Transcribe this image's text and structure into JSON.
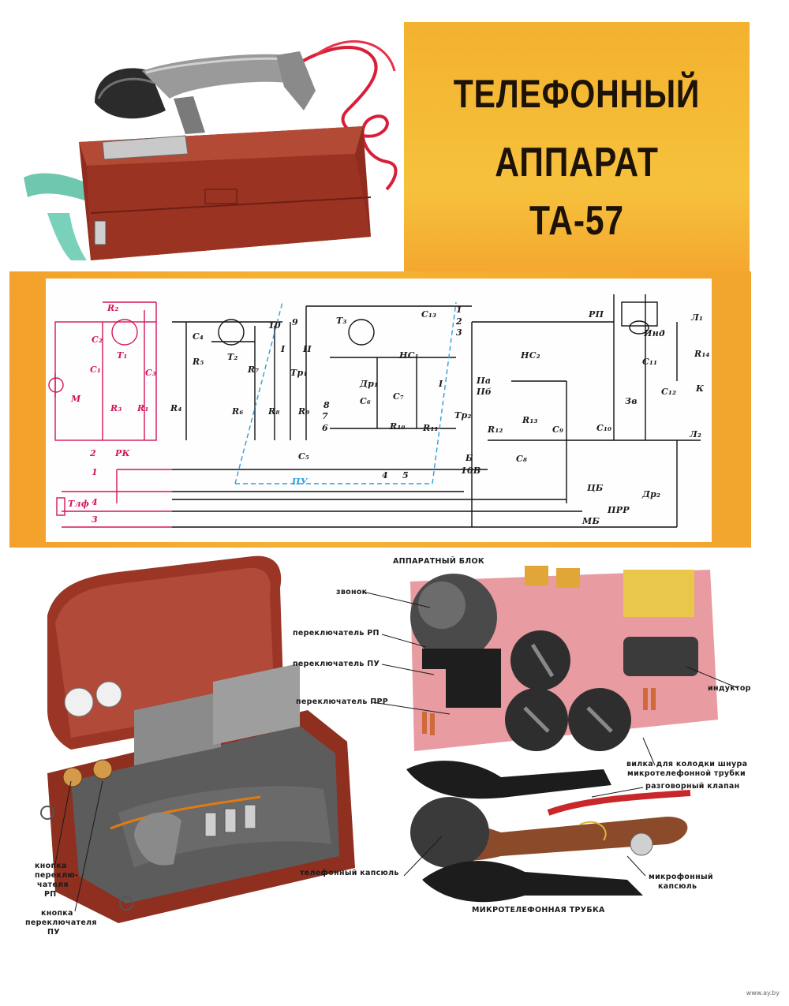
{
  "title": {
    "line1": "ТЕЛЕФОННЫЙ",
    "line2": "АППАРАТ",
    "line3": "ТА-57"
  },
  "schematic": {
    "labels": {
      "R2": "R₂",
      "T1": "T₁",
      "C2": "C₂",
      "C1": "C₁",
      "C3": "C₃",
      "R3": "R₃",
      "R1": "R₁",
      "M": "М",
      "RK": "РК",
      "Tlf": "Тлф",
      "sw2": "2",
      "sw1": "1",
      "sw4": "4",
      "sw3": "3",
      "C4": "C₄",
      "R5": "R₅",
      "T2": "T₂",
      "R4": "R₄",
      "R7": "R₇",
      "R6": "R₆",
      "R8": "R₈",
      "R9": "R₉",
      "Tr1": "Тр₁",
      "I": "I",
      "II": "II",
      "n10": "10",
      "n9": "9",
      "C5": "C₅",
      "PU": "ПУ",
      "T3": "T₃",
      "C13": "C₁₃",
      "Dr1": "Др₁",
      "HC1": "НС₁",
      "C6": "C₆",
      "C7": "C₇",
      "n8": "8",
      "n7": "7",
      "n6": "6",
      "R10": "R₁₀",
      "R11": "R₁₁",
      "n4": "4",
      "n5": "5",
      "n1": "1",
      "n2": "2",
      "n3": "3",
      "Tr2": "Тр₂",
      "IIa": "IIa",
      "IIb": "IIб",
      "I2": "I",
      "B": "Б",
      "V10": "10В",
      "HC2": "НС₂",
      "R12": "R₁₂",
      "R13": "R₁₃",
      "C8": "C₈",
      "C9": "C₉",
      "C10": "C₁₀",
      "RP": "РП",
      "Ind": "Инд",
      "C11": "C₁₁",
      "Zv": "Зв",
      "C12": "C₁₂",
      "L1": "Л₁",
      "R14": "R₁₄",
      "K": "К",
      "L2": "Л₂",
      "CB": "ЦБ",
      "MB": "МБ",
      "PRR": "ПРР",
      "Dr2": "Др₂"
    }
  },
  "callouts": {
    "block_title": "АППАРАТНЫЙ БЛОК",
    "bell": "звонок",
    "switch_rp": "переключатель РП",
    "switch_pu": "переключатель ПУ",
    "switch_prr": "переключатель ПРР",
    "inductor": "индуктор",
    "plug_line1": "вилка для колодки шнура",
    "plug_line2": "микротелефонной трубки",
    "talk_valve": "разговорный клапан",
    "phone_capsule": "телефонный капсюль",
    "mic_line1": "микрофонный",
    "mic_line2": "капсюль",
    "handset_title": "МИКРОТЕЛЕФОННАЯ ТРУБКА",
    "btn_rp_1": "кнопка",
    "btn_rp_2": "переклю-",
    "btn_rp_3": "чателя",
    "btn_rp_4": "РП",
    "btn_pu_1": "кнопка",
    "btn_pu_2": "переключателя",
    "btn_pu_3": "ПУ"
  },
  "watermark": "www.ay.by",
  "colors": {
    "title_bg": "#f3b22f",
    "case": "#a23a2a",
    "wire_red": "#e02040",
    "schematic_magenta": "#d4145a",
    "schematic_blue": "#2aa0e0"
  }
}
